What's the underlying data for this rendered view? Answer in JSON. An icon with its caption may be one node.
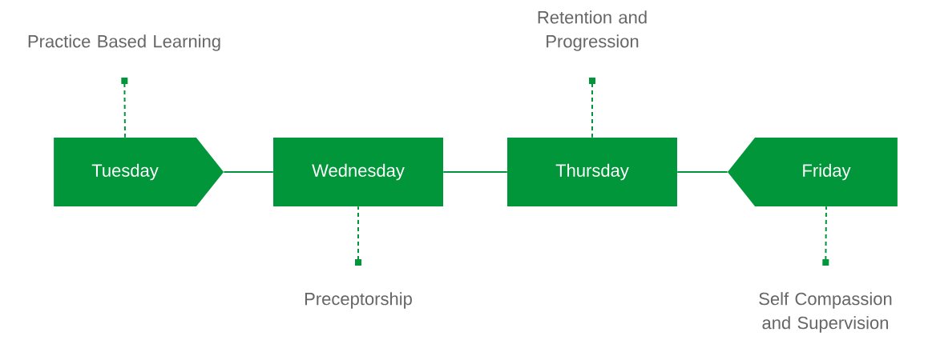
{
  "diagram": {
    "nodes": [
      {
        "text": [
          "Tuesday"
        ]
      },
      {
        "text": [
          "Wednesday"
        ]
      },
      {
        "text": [
          "Thursday"
        ]
      },
      {
        "text": [
          "Friday"
        ]
      },
      {
        "text": [
          "Practice Based Learning"
        ]
      },
      {
        "text": [
          "Preceptorship"
        ]
      },
      {
        "text": [
          "Retention and Progression"
        ]
      },
      {
        "text": [
          "Self Compassion and Supervision"
        ]
      }
    ],
    "edges": [
      {
        "from": 0,
        "to": 1,
        "arrow": "none"
      },
      {
        "from": 1,
        "to": 2,
        "arrow": "none"
      },
      {
        "from": 2,
        "to": 3,
        "arrow": "none"
      },
      {
        "from": 4,
        "to": 0,
        "arrow": "other",
        "style": "dashed"
      },
      {
        "from": 5,
        "to": 1,
        "arrow": "other",
        "style": "dashed"
      },
      {
        "from": 6,
        "to": 2,
        "arrow": "other",
        "style": "dashed"
      },
      {
        "from": 7,
        "to": 3,
        "arrow": "other",
        "style": "dashed"
      }
    ]
  }
}
